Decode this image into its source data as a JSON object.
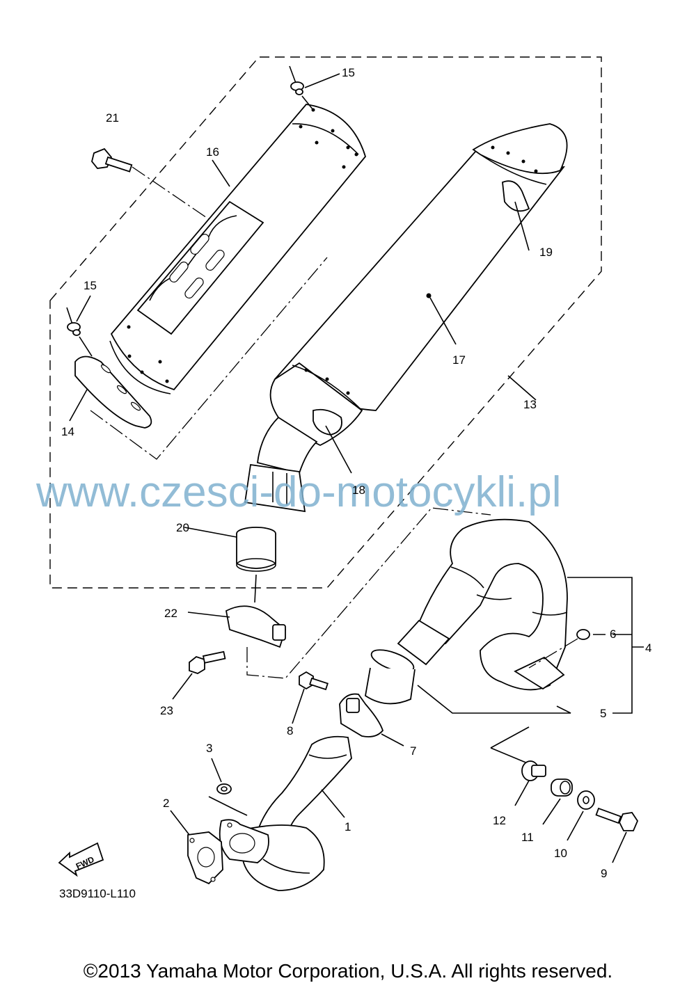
{
  "diagram_code": "33D9110-L110",
  "watermark": "www.czesci-do-motocykli.pl",
  "fwd_label": "FWD",
  "copyright": "©2013 Yamaha Motor Corporation, U.S.A. All rights reserved.",
  "callouts": {
    "c1": "1",
    "c2": "2",
    "c3": "3",
    "c4": "4",
    "c5": "5",
    "c6": "6",
    "c7": "7",
    "c8": "8",
    "c9": "9",
    "c10": "10",
    "c11": "11",
    "c12": "12",
    "c13": "13",
    "c14": "14",
    "c15a": "15",
    "c15b": "15",
    "c16": "16",
    "c17": "17",
    "c18": "18",
    "c19": "19",
    "c20": "20",
    "c21": "21",
    "c22": "22",
    "c23": "23"
  }
}
